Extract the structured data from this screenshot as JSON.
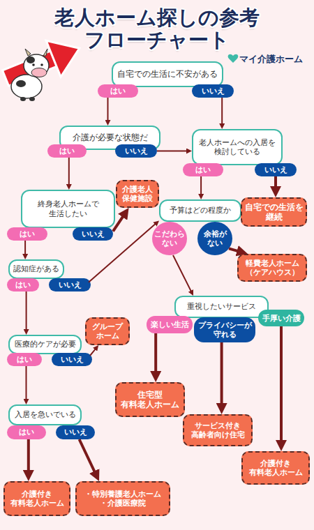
{
  "diagram": {
    "title": "老人ホーム探しの参考 フローチャート",
    "nodes": [
      {
        "text": [
          "自宅での生活に不安がある"
        ]
      },
      {
        "text": [
          "はい"
        ]
      },
      {
        "text": [
          "いいえ"
        ]
      },
      {
        "text": [
          "介護が必要な状態だ"
        ]
      },
      {
        "text": [
          "はい"
        ]
      },
      {
        "text": [
          "いいえ"
        ]
      },
      {
        "text": [
          "老人ホームへの入居を 検討している"
        ]
      },
      {
        "text": [
          "はい"
        ]
      },
      {
        "text": [
          "いいえ"
        ]
      },
      {
        "text": [
          "終身老人ホームで 生活したい"
        ]
      },
      {
        "text": [
          "はい"
        ]
      },
      {
        "text": [
          "いいえ"
        ]
      },
      {
        "text": [
          "介護老人 保健施設"
        ]
      },
      {
        "text": [
          "予算はどの程度か"
        ]
      },
      {
        "text": [
          "こだわら ない"
        ]
      },
      {
        "text": [
          "余裕が ない"
        ]
      },
      {
        "text": [
          "自宅での生活を 継続"
        ]
      },
      {
        "text": [
          "軽費老人ホーム （ケアハウス）"
        ]
      },
      {
        "text": [
          "認知症がある"
        ]
      },
      {
        "text": [
          "はい"
        ]
      },
      {
        "text": [
          "いいえ"
        ]
      },
      {
        "text": [
          "重視したいサービス"
        ]
      },
      {
        "text": [
          "楽しい生活"
        ]
      },
      {
        "text": [
          "プライバシーが 守れる"
        ]
      },
      {
        "text": [
          "手厚い介護"
        ]
      },
      {
        "text": [
          "医療的ケアが必要"
        ]
      },
      {
        "text": [
          "はい"
        ]
      },
      {
        "text": [
          "いいえ"
        ]
      },
      {
        "text": [
          "グループ ホーム"
        ]
      },
      {
        "text": [
          "住宅型 有料老人ホーム"
        ]
      },
      {
        "text": [
          "サービス付き 高齢者向け住宅"
        ]
      },
      {
        "text": [
          "入居を急いでいる"
        ]
      },
      {
        "text": [
          "はい"
        ]
      },
      {
        "text": [
          "いいえ"
        ]
      },
      {
        "text": [
          "介護付き 有料老人ホーム"
        ]
      },
      {
        "text": [
          "介護付き 有料老人ホーム"
        ]
      },
      {
        "text": [
          "・特別養護老人ホーム",
          "・介護医療院"
        ]
      }
    ],
    "edges": [
      {
        "from": 1,
        "to": 3,
        "arrow": "to"
      },
      {
        "from": 2,
        "to": 6,
        "arrow": "to"
      },
      {
        "from": 4,
        "to": 9,
        "arrow": "to"
      },
      {
        "from": 5,
        "to": 6,
        "arrow": "to"
      },
      {
        "from": 7,
        "to": 13,
        "arrow": "to"
      },
      {
        "from": 8,
        "to": 16,
        "arrow": "to"
      },
      {
        "from": 10,
        "to": 18,
        "arrow": "to"
      },
      {
        "from": 11,
        "to": 12,
        "arrow": "to"
      },
      {
        "from": 15,
        "to": 17,
        "arrow": "to"
      },
      {
        "from": 14,
        "to": 21,
        "arrow": "to"
      },
      {
        "from": 19,
        "to": 25,
        "arrow": "to"
      },
      {
        "from": 20,
        "to": 13,
        "arrow": "to"
      },
      {
        "from": 22,
        "to": 29,
        "arrow": "to"
      },
      {
        "from": 23,
        "to": 30,
        "arrow": "to"
      },
      {
        "from": 24,
        "to": 34,
        "arrow": "to"
      },
      {
        "from": 26,
        "to": 31,
        "arrow": "to"
      },
      {
        "from": 27,
        "to": 28,
        "arrow": "to"
      },
      {
        "from": 32,
        "to": 35,
        "arrow": "to"
      },
      {
        "from": 33,
        "to": 36,
        "arrow": "to"
      }
    ],
    "labels": [
      "マイ介護ホーム"
    ]
  }
}
